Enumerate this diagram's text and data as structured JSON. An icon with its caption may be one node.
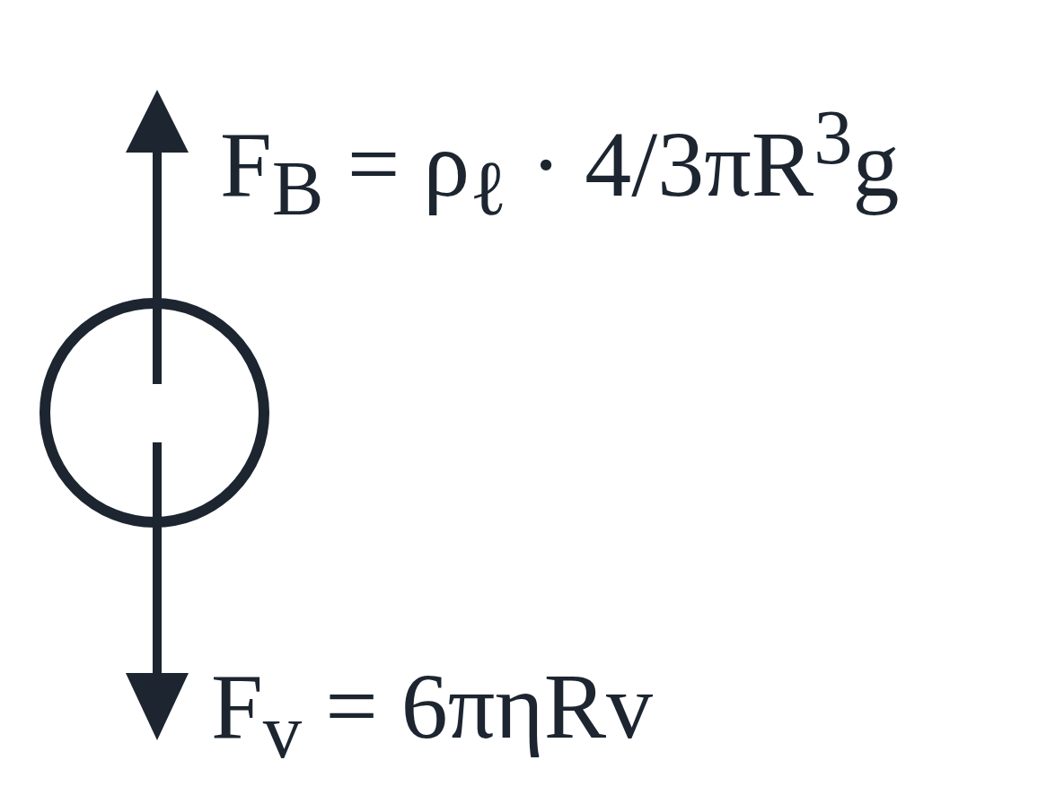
{
  "diagram": {
    "nodes": [
      {
        "text": [],
        "shape": "circle"
      }
    ],
    "labels": [
      "F$_{B}$ = ρ$_{ℓ}$ · 4/3πR$^{3}$g",
      "F$_{v}$ = 6πηRv"
    ]
  }
}
